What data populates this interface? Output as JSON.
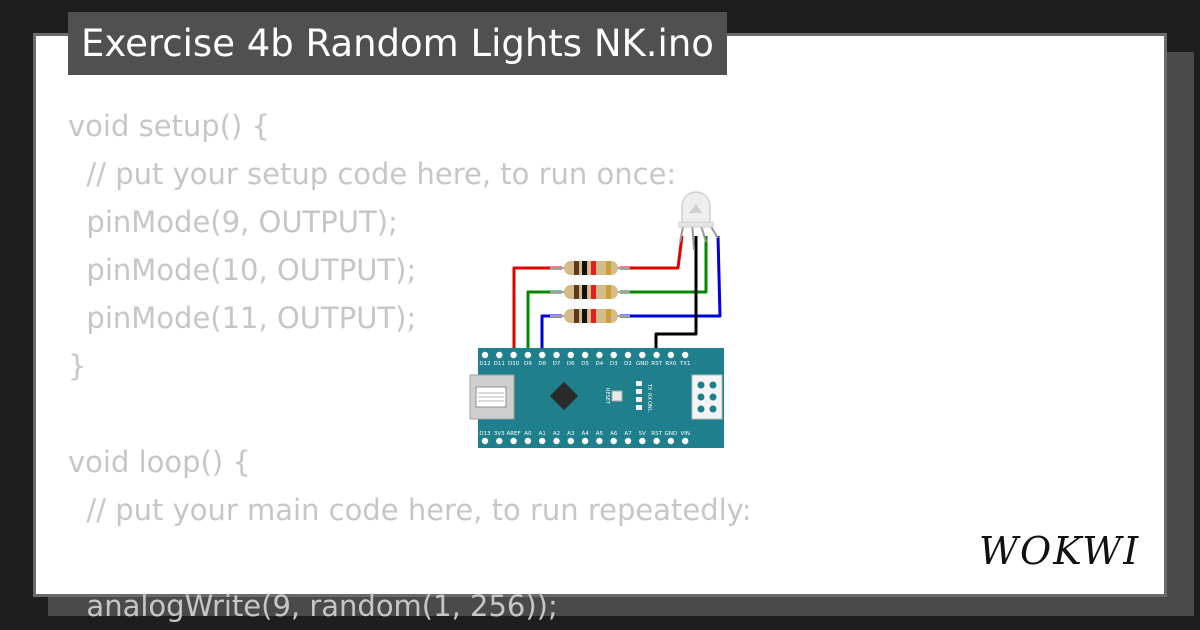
{
  "title": "Exercise 4b Random Lights NK.ino",
  "code_lines": [
    "void setup() {",
    "  // put your setup code here, to run once:",
    "  pinMode(9, OUTPUT);",
    "  pinMode(10, OUTPUT);",
    "  pinMode(11, OUTPUT);",
    "}",
    "",
    "void loop() {",
    "  // put your main code here, to run repeatedly:",
    "",
    "  analogWrite(9, random(1, 256));"
  ],
  "board": {
    "top_pins": [
      "D12",
      "D11",
      "D10",
      "D9",
      "D8",
      "D7",
      "D6",
      "D5",
      "D4",
      "D3",
      "D2",
      "GND",
      "RST",
      "RX0",
      "TX1"
    ],
    "bottom_pins": [
      "D13",
      "3V3",
      "AREF",
      "A0",
      "A1",
      "A2",
      "A3",
      "A4",
      "A5",
      "A6",
      "A7",
      "5V",
      "RST",
      "GND",
      "VIN"
    ],
    "reset_label": "RESET",
    "led_labels": [
      "TX",
      "RX",
      "ON",
      "L"
    ]
  },
  "wire_colors": {
    "red": "#e00000",
    "green": "#008800",
    "blue": "#0000dd",
    "black": "#000000"
  },
  "logo_text": "WOKWI"
}
